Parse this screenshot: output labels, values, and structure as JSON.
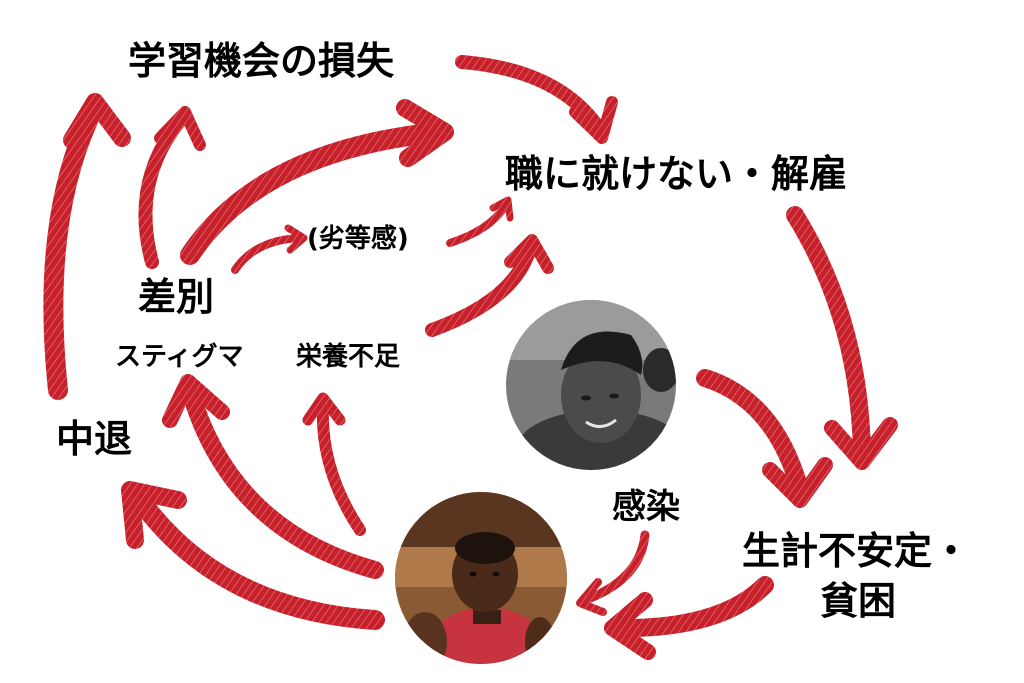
{
  "nodes": {
    "learning_loss": "学習機会の損失",
    "no_job": "職に就けない・解雇",
    "inferiority": "(劣等感)",
    "discrimination": "差別",
    "stigma": "スティグマ",
    "malnutrition": "栄養不足",
    "dropout": "中退",
    "infection": "感染",
    "poverty_line1": "生計不安定・",
    "poverty_line2": "貧困"
  },
  "colors": {
    "arrow": "#c8202a",
    "arrow_dark": "#a3161f",
    "text": "#000000",
    "background": "#ffffff"
  }
}
